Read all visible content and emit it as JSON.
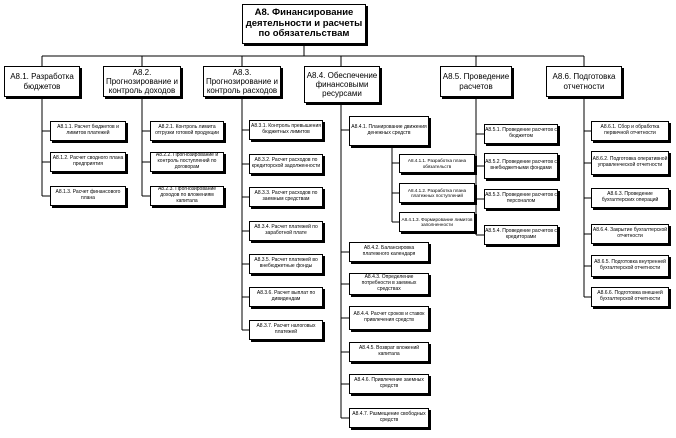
{
  "diagram": {
    "root": "А8. Финансирование деятельности и расчеты по обязательствам",
    "branches": [
      {
        "label": "А8.1. Разработка бюджетов",
        "children": [
          "А8.1.1. Расчет бюджетов и лимитов платежей",
          "А8.1.2. Расчет сводного плана предприятия",
          "А8.1.3. Расчет финансового плана"
        ]
      },
      {
        "label": "А8.2. Прогнозирование и контроль доходов",
        "children": [
          "А8.2.1. Контроль лимита отгрузки готовой продукции",
          "А8.2.2. Прогнозирование и контроль поступлений по договорам",
          "А8.2.3. Прогнозирование доходов по вложениям капитала"
        ]
      },
      {
        "label": "А8.3. Прогнозирование и контроль расходов",
        "children": [
          "А8.3.1. Контроль превышения бюджетных лимитов",
          "А8.3.2. Расчет расходов по кредиторской задолженности",
          "А8.3.3. Расчет расходов по заемным средствам",
          "А8.3.4. Расчет платежей по заработной плате",
          "А8.3.5. Расчет платежей во внебюджетные фонды",
          "А8.3.6. Расчет выплат по дивидендам",
          "А8.3.7. Расчет налоговых платежей"
        ]
      },
      {
        "label": "А8.4. Обеспечение финансовыми ресурсами",
        "children": [
          "А8.4.1. Планирование движения денежных средств",
          "А8.4.2. Балансировка платежного календаря",
          "А8.4.3. Определение потребности в заемных средствах",
          "А8.4.4. Расчет сроков и ставок привлечения средств",
          "А8.4.5. Возврат вложений капитала",
          "А8.4.6. Привлечение заемных средств",
          "А8.4.7. Размещение свободных средств"
        ],
        "subchildren": [
          "А8.4.1.1. Разработка плана обязательств",
          "А8.4.1.2. Разработка плана платежных поступлений",
          "А8.4.1.3. Формирование лимитов заполненности"
        ]
      },
      {
        "label": "А8.5. Проведение расчетов",
        "children": [
          "А8.5.1. Проведение расчетов с бюджетом",
          "А8.5.2. Проведение расчетов с внебюджетными фондами",
          "А8.5.3. Проведение расчетов с персоналом",
          "А8.5.4. Проведение расчетов с кредиторами"
        ]
      },
      {
        "label": "А8.6. Подготовка отчетности",
        "children": [
          "А8.6.1. Сбор и обработка первичной отчетности",
          "А8.6.2. Подготовка оперативной управленческой отчетности",
          "А8.6.3. Проведение бухгалтерских операций",
          "А8.6.4. Закрытие бухгалтерской отчетности",
          "А8.6.5. Подготовка внутренней бухгалтерской отчетности",
          "А8.6.6. Подготовка внешней бухгалтерской отчетности"
        ]
      }
    ]
  }
}
